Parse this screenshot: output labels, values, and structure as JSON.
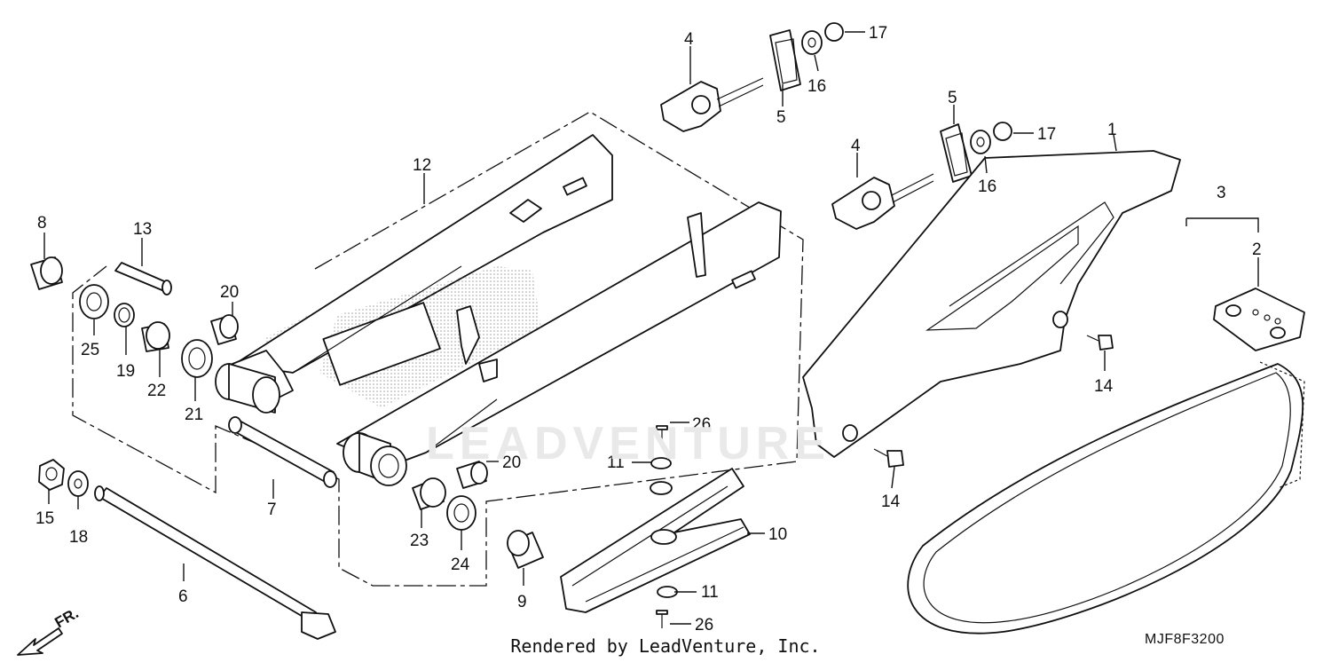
{
  "diagram": {
    "credit": "Rendered by LeadVenture, Inc.",
    "code": "MJF8F3200",
    "front": "FR.",
    "watermark": "LEADVENTURE",
    "callouts": [
      {
        "id": "c1",
        "label": "1"
      },
      {
        "id": "c2",
        "label": "2"
      },
      {
        "id": "c3",
        "label": "3"
      },
      {
        "id": "c4a",
        "label": "4"
      },
      {
        "id": "c4b",
        "label": "4"
      },
      {
        "id": "c5a",
        "label": "5"
      },
      {
        "id": "c5b",
        "label": "5"
      },
      {
        "id": "c6",
        "label": "6"
      },
      {
        "id": "c7",
        "label": "7"
      },
      {
        "id": "c8",
        "label": "8"
      },
      {
        "id": "c9",
        "label": "9"
      },
      {
        "id": "c10",
        "label": "10"
      },
      {
        "id": "c11a",
        "label": "11"
      },
      {
        "id": "c11b",
        "label": "11"
      },
      {
        "id": "c12",
        "label": "12"
      },
      {
        "id": "c13",
        "label": "13"
      },
      {
        "id": "c14a",
        "label": "14"
      },
      {
        "id": "c14b",
        "label": "14"
      },
      {
        "id": "c15",
        "label": "15"
      },
      {
        "id": "c16a",
        "label": "16"
      },
      {
        "id": "c16b",
        "label": "16"
      },
      {
        "id": "c17a",
        "label": "17"
      },
      {
        "id": "c17b",
        "label": "17"
      },
      {
        "id": "c18",
        "label": "18"
      },
      {
        "id": "c19",
        "label": "19"
      },
      {
        "id": "c20a",
        "label": "20"
      },
      {
        "id": "c20b",
        "label": "20"
      },
      {
        "id": "c21",
        "label": "21"
      },
      {
        "id": "c22",
        "label": "22"
      },
      {
        "id": "c23",
        "label": "23"
      },
      {
        "id": "c24",
        "label": "24"
      },
      {
        "id": "c25",
        "label": "25"
      },
      {
        "id": "c26a",
        "label": "26"
      },
      {
        "id": "c26b",
        "label": "26"
      }
    ]
  }
}
